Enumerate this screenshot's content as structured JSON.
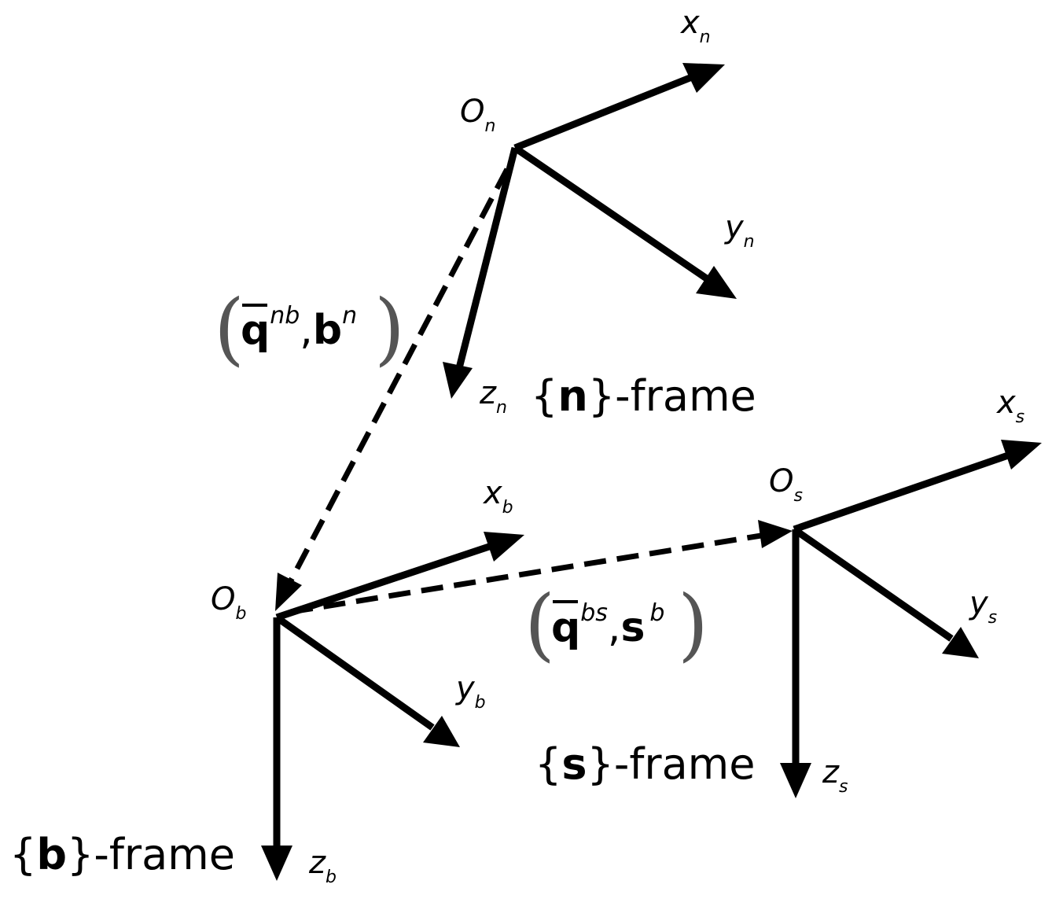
{
  "frames": {
    "n": {
      "origin_main": "O",
      "origin_sub": "n",
      "x_main": "x",
      "x_sub": "n",
      "y_main": "y",
      "y_sub": "n",
      "z_main": "z",
      "z_sub": "n",
      "name_open": "{",
      "name_bold": "n",
      "name_close": "}-frame"
    },
    "b": {
      "origin_main": "O",
      "origin_sub": "b",
      "x_main": "x",
      "x_sub": "b",
      "y_main": "y",
      "y_sub": "b",
      "z_main": "z",
      "z_sub": "b",
      "name_open": "{",
      "name_bold": "b",
      "name_close": "}-frame"
    },
    "s": {
      "origin_main": "O",
      "origin_sub": "s",
      "x_main": "x",
      "x_sub": "s",
      "y_main": "y",
      "y_sub": "s",
      "z_main": "z",
      "z_sub": "s",
      "name_open": "{",
      "name_bold": "s",
      "name_close": "}-frame"
    }
  },
  "transforms": {
    "nb": {
      "open": "(",
      "q": "q",
      "q_sup": "nb",
      "comma": ",",
      "vec": "b",
      "vec_sup": "n",
      "close": ")"
    },
    "bs": {
      "open": "(",
      "q": "q",
      "q_sup": "bs",
      "comma": ",",
      "vec": "s",
      "vec_sup": "b",
      "close": ")"
    }
  }
}
